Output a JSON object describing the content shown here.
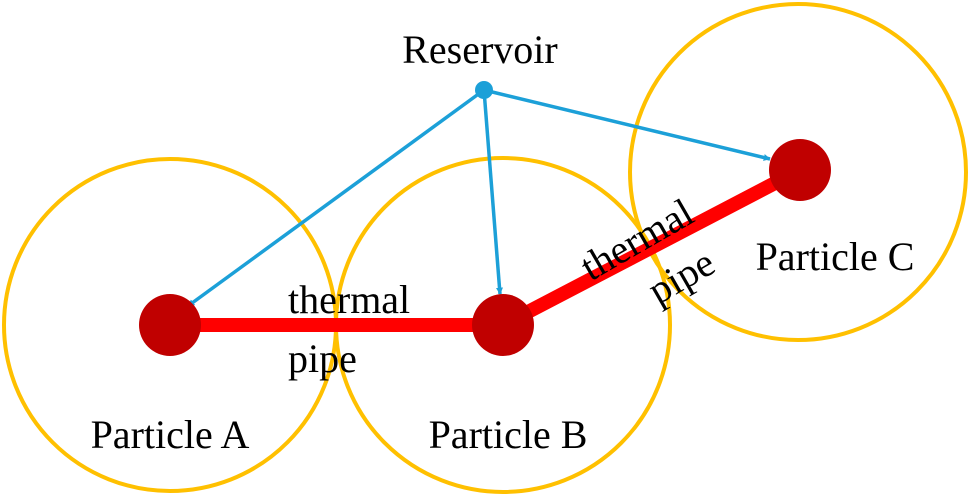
{
  "colors": {
    "influence_circle": "#FFC000",
    "particle": "#C00000",
    "thermal_pipe": "#FF0000",
    "reservoir_link": "#1CA0D8",
    "text": "#000000"
  },
  "reservoir": {
    "label": "Reservoir"
  },
  "particles": [
    {
      "label": "Particle A"
    },
    {
      "label": "Particle B"
    },
    {
      "label": "Particle C"
    }
  ],
  "pipes": [
    {
      "line1": "thermal",
      "line2": "pipe"
    },
    {
      "line1": "thermal",
      "line2": "pipe"
    }
  ]
}
